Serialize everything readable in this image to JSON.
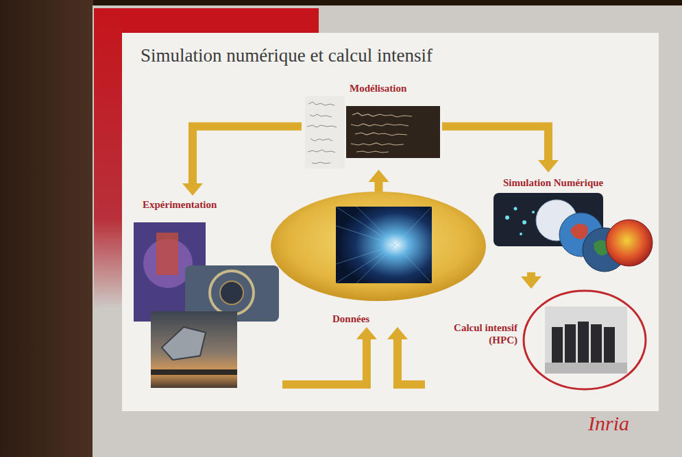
{
  "diagram": {
    "title": "Simulation numérique et calcul intensif",
    "nodes": [
      {
        "text": [
          "Modélisation"
        ]
      },
      {
        "text": [
          "Expérimentation"
        ]
      },
      {
        "text": [
          "Simulation Numérique"
        ]
      },
      {
        "text": [
          "Données"
        ]
      },
      {
        "text": [
          "Calcul intensif (HPC)"
        ]
      }
    ],
    "edges": [
      {
        "from": 0,
        "to": 1,
        "arrow": "to"
      },
      {
        "from": 0,
        "to": 2,
        "arrow": "to"
      },
      {
        "from": 2,
        "to": 4,
        "arrow": "to"
      },
      {
        "from": 1,
        "to": 3,
        "arrow": "to"
      },
      {
        "from": 4,
        "to": 3,
        "arrow": "to"
      },
      {
        "from": 3,
        "to": 0,
        "arrow": "to"
      }
    ],
    "labels": [
      "Inria"
    ]
  }
}
